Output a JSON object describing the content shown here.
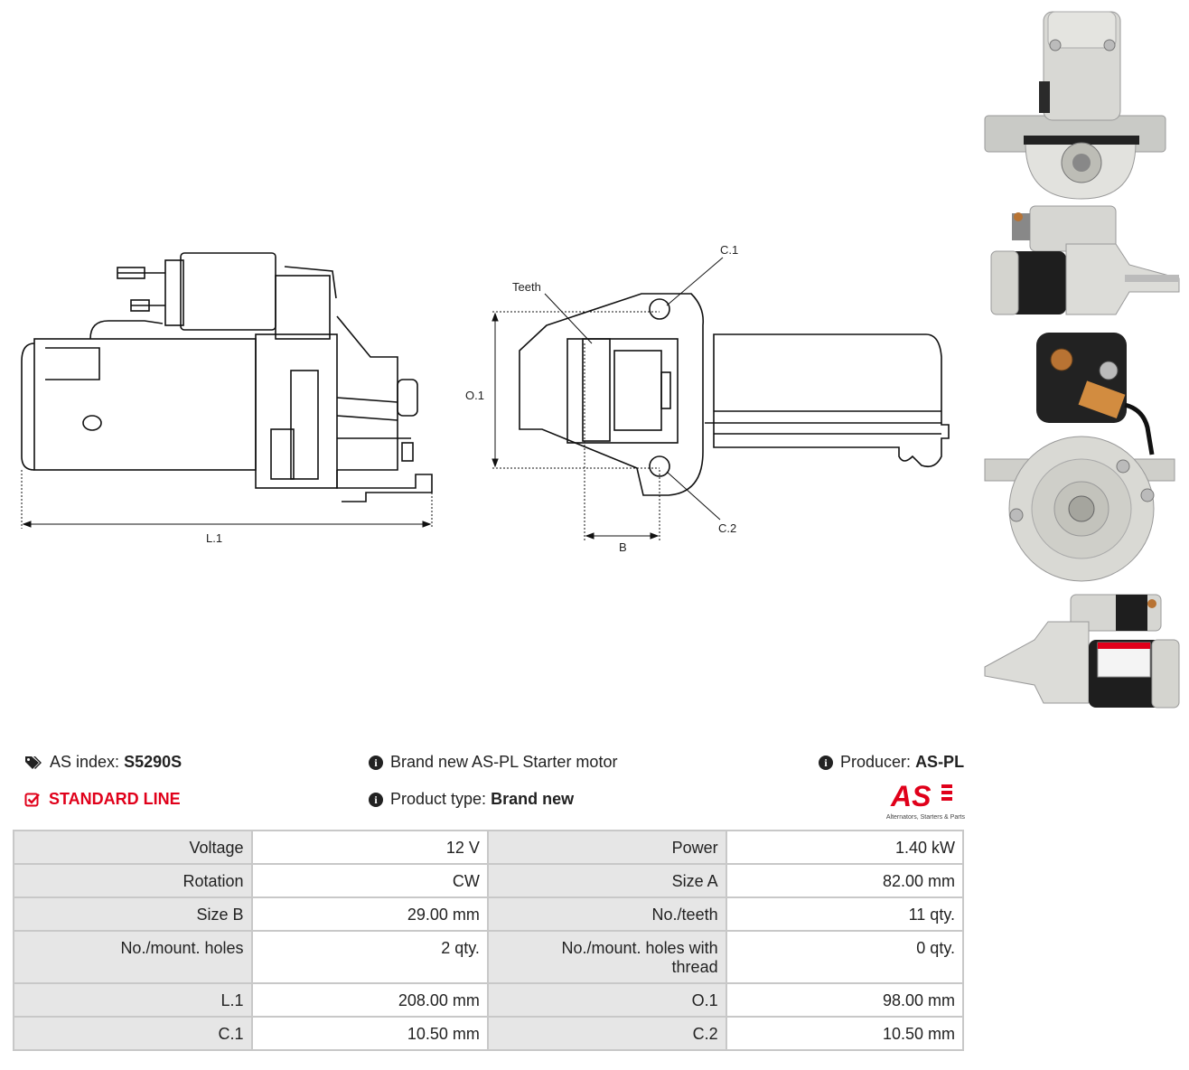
{
  "drawing": {
    "label_l1": "L.1",
    "label_c1": "C.1",
    "label_c2": "C.2",
    "label_teeth": "Teeth",
    "label_o1": "O.1",
    "label_b": "B"
  },
  "thumbnails": [
    {
      "view": "front-flange-view"
    },
    {
      "view": "side-view"
    },
    {
      "view": "rear-view"
    },
    {
      "view": "side-view-with-label"
    }
  ],
  "info": {
    "as_index_label": "AS index:",
    "as_index_value": "S5290S",
    "line_label": "STANDARD LINE",
    "description": "Brand new AS-PL Starter motor",
    "product_type_label": "Product type:",
    "product_type_value": "Brand new",
    "producer_label": "Producer:",
    "producer_value": "AS-PL",
    "logo_text": "AS",
    "logo_tagline": "Alternators, Starters & Parts",
    "accent_color": "#e0001a"
  },
  "specs": [
    [
      {
        "label": "Voltage",
        "value": "12 V"
      },
      {
        "label": "Power",
        "value": "1.40 kW"
      }
    ],
    [
      {
        "label": "Rotation",
        "value": "CW"
      },
      {
        "label": "Size A",
        "value": "82.00 mm"
      }
    ],
    [
      {
        "label": "Size B",
        "value": "29.00 mm"
      },
      {
        "label": "No./teeth",
        "value": "11 qty."
      }
    ],
    [
      {
        "label": "No./mount. holes",
        "value": "2 qty."
      },
      {
        "label": "No./mount. holes with thread",
        "value": "0 qty."
      }
    ],
    [
      {
        "label": "L.1",
        "value": "208.00 mm"
      },
      {
        "label": "O.1",
        "value": "98.00 mm"
      }
    ],
    [
      {
        "label": "C.1",
        "value": "10.50 mm"
      },
      {
        "label": "C.2",
        "value": "10.50 mm"
      }
    ]
  ]
}
